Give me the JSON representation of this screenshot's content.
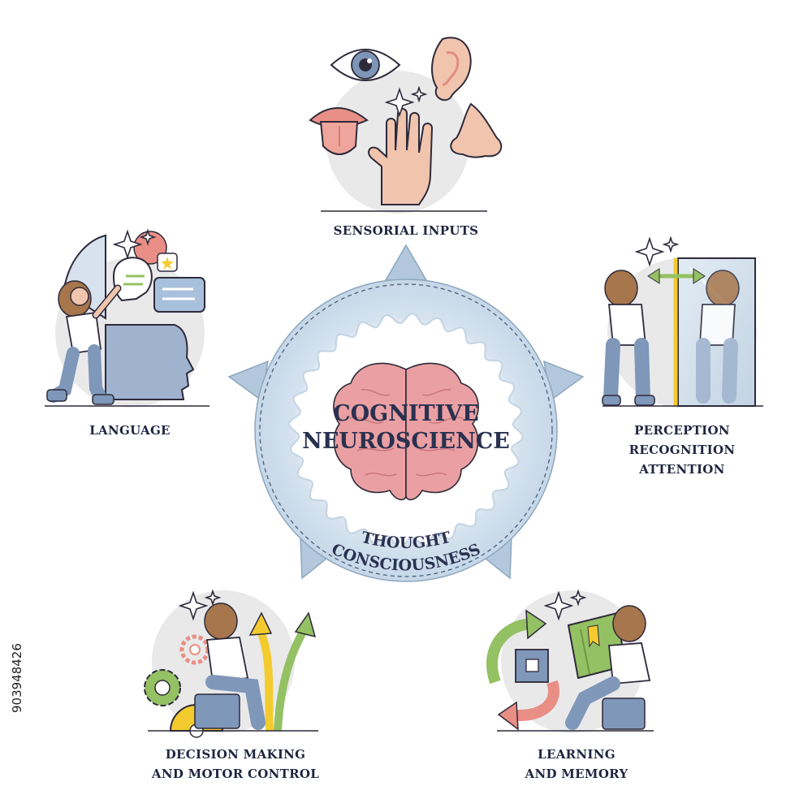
{
  "center": {
    "title_line1": "COGNITIVE",
    "title_line2": "NEUROSCIENCE",
    "subtitle_line1": "THOUGHT",
    "subtitle_line2": "CONSCIOUSNESS"
  },
  "nodes": {
    "sensorial": {
      "label": "SENSORIAL INPUTS"
    },
    "language": {
      "label": "LANGUAGE"
    },
    "perception": {
      "line1": "PERCEPTION",
      "line2": "RECOGNITION",
      "line3": "ATTENTION"
    },
    "decision": {
      "line1": "DECISION MAKING",
      "line2": "AND MOTOR CONTROL"
    },
    "learning": {
      "line1": "LEARNING",
      "line2": "AND MEMORY"
    }
  },
  "stock_id": "903948426",
  "colors": {
    "ring": "#b9cde0",
    "ring_light": "#dbe6f0",
    "brain": "#e8949a",
    "brain_dark": "#c9737a",
    "arrow": "#a9bfd4",
    "text": "#1f2540",
    "skin": "#f2c8b3",
    "hair": "#a7764c",
    "shirt": "#ffffff",
    "pants": "#7f97b9",
    "green": "#94c163",
    "yellow": "#f3cb2f",
    "salmon": "#e88e84"
  }
}
